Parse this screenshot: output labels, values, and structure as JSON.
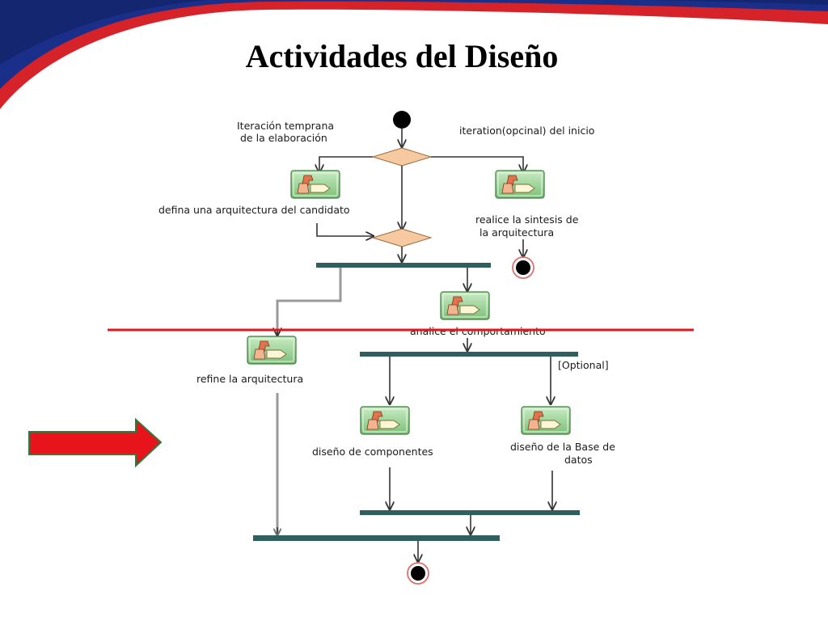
{
  "slide": {
    "title": "Actividades del Diseño"
  },
  "diagram": {
    "labels": {
      "early_iteration": [
        "Iteración temprana",
        "de la elaboración"
      ],
      "optional_iteration": "iteration(opcinal) del inicio",
      "define_candidate": "defina una arquitectura del candidato",
      "synthesis": [
        "realice la sintesis de",
        "la arquitectura"
      ],
      "analyze_behavior": "analice el comportamiento",
      "refine": "refine la arquitectura",
      "optional_guard": "[Optional]",
      "component_design": "diseño de componentes",
      "database_design": [
        "diseño de la Base de",
        "datos"
      ]
    },
    "colors": {
      "banner_blue": "#1a2f8a",
      "banner_red": "#d6232a",
      "activity_fill": "#9ed49a",
      "decision_fill": "#f7c9a0",
      "sync_bar": "#2f5f5f",
      "highlight_line": "#e8141c",
      "pointer_arrow": "#e8141c"
    }
  }
}
